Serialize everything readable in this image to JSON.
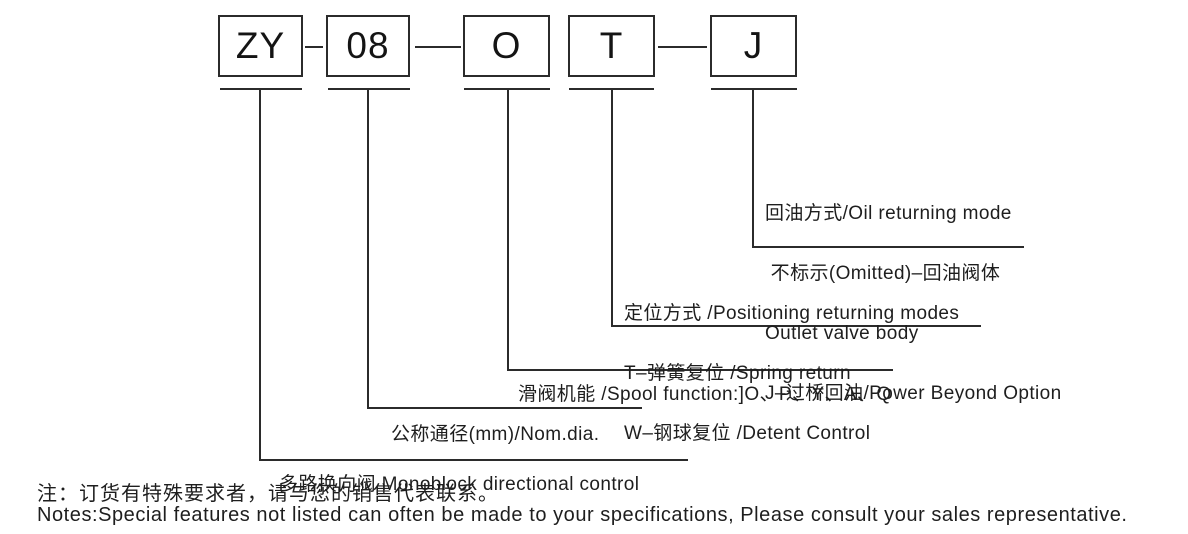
{
  "code_boxes": [
    {
      "label": "ZY",
      "description_lines": [
        "多路换向阀 Monoblock directional control"
      ]
    },
    {
      "label": "08",
      "description_lines": [
        "公称通径(mm)/Nom.dia."
      ]
    },
    {
      "label": "O",
      "description_lines": [
        "滑阀机能 /Spool function:]O、P、Y、A、Q"
      ]
    },
    {
      "label": "T",
      "description_lines": [
        "定位方式 /Positioning returning modes",
        "T–弹簧复位 /Spring return",
        "W–钢球复位 /Detent Control"
      ]
    },
    {
      "label": "J",
      "description_lines": [
        "回油方式/Oil returning mode",
        " 不标示(Omitted)–回油阀体",
        "Outlet valve body",
        "J–过桥回油/Power Beyond Option"
      ]
    }
  ],
  "notes": {
    "zh": "注：订货有特殊要求者，请与您的销售代表联系。",
    "en": "Notes:Special features not listed can often be made to your specifications, Please consult your sales representative."
  },
  "colors": {
    "background": "#ffffff",
    "text": "#1e1e1e",
    "line": "#2b2b2b"
  }
}
